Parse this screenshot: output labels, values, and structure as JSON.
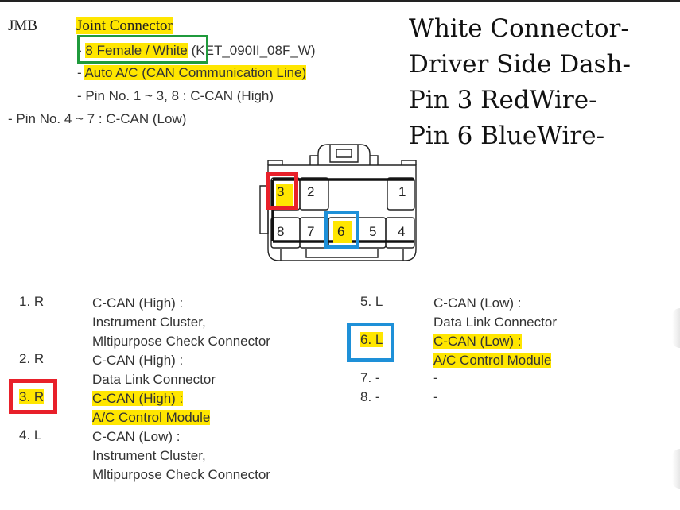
{
  "header": {
    "code": "JMB",
    "connector_name": "Joint Connector",
    "spec_prefix": "- ",
    "spec_highlight": "8 Female / White",
    "spec_suffix": " (KET_090II_08F_W)",
    "system_prefix": "- ",
    "system": "Auto A/C (CAN Communication Line)",
    "high_pins": "- Pin No. 1 ~ 3, 8 : C-CAN (High)",
    "low_pins": "- Pin No. 4 ~ 7 : C-CAN (Low)"
  },
  "callout": {
    "lines": [
      "White Connector-",
      "Driver Side Dash-",
      "Pin 3 RedWire-",
      "Pin 6 BlueWire-"
    ]
  },
  "connector": {
    "top_row": [
      "3",
      "2",
      "1"
    ],
    "bottom_row": [
      "8",
      "7",
      "6",
      "5",
      "4"
    ],
    "highlighted_pins": [
      "3",
      "6"
    ]
  },
  "pin_table": {
    "left": [
      {
        "pin": "1. R",
        "lines": [
          "C-CAN (High) :",
          "Instrument Cluster,",
          "Mltipurpose Check Connector"
        ]
      },
      {
        "pin": "2. R",
        "lines": [
          "C-CAN (High) :",
          "Data Link Connector"
        ]
      },
      {
        "pin": "3. R",
        "lines": [
          "C-CAN (High) :",
          "A/C Control Module"
        ]
      },
      {
        "pin": "4. L",
        "lines": [
          "C-CAN (Low) :",
          "Instrument Cluster,",
          "Mltipurpose Check Connector"
        ]
      }
    ],
    "right": [
      {
        "pin": "5. L",
        "lines": [
          "C-CAN (Low) :",
          "Data Link Connector"
        ]
      },
      {
        "pin": "6. L",
        "lines": [
          "C-CAN (Low) :",
          "A/C Control Module"
        ]
      },
      {
        "pin": "7. -",
        "lines": [
          "-"
        ]
      },
      {
        "pin": "8. -",
        "lines": [
          "-"
        ]
      }
    ]
  },
  "colors": {
    "highlight": "#ffe600",
    "red_box": "#e8202a",
    "blue_box": "#1e90d8",
    "green_box": "#1f9a3c"
  }
}
